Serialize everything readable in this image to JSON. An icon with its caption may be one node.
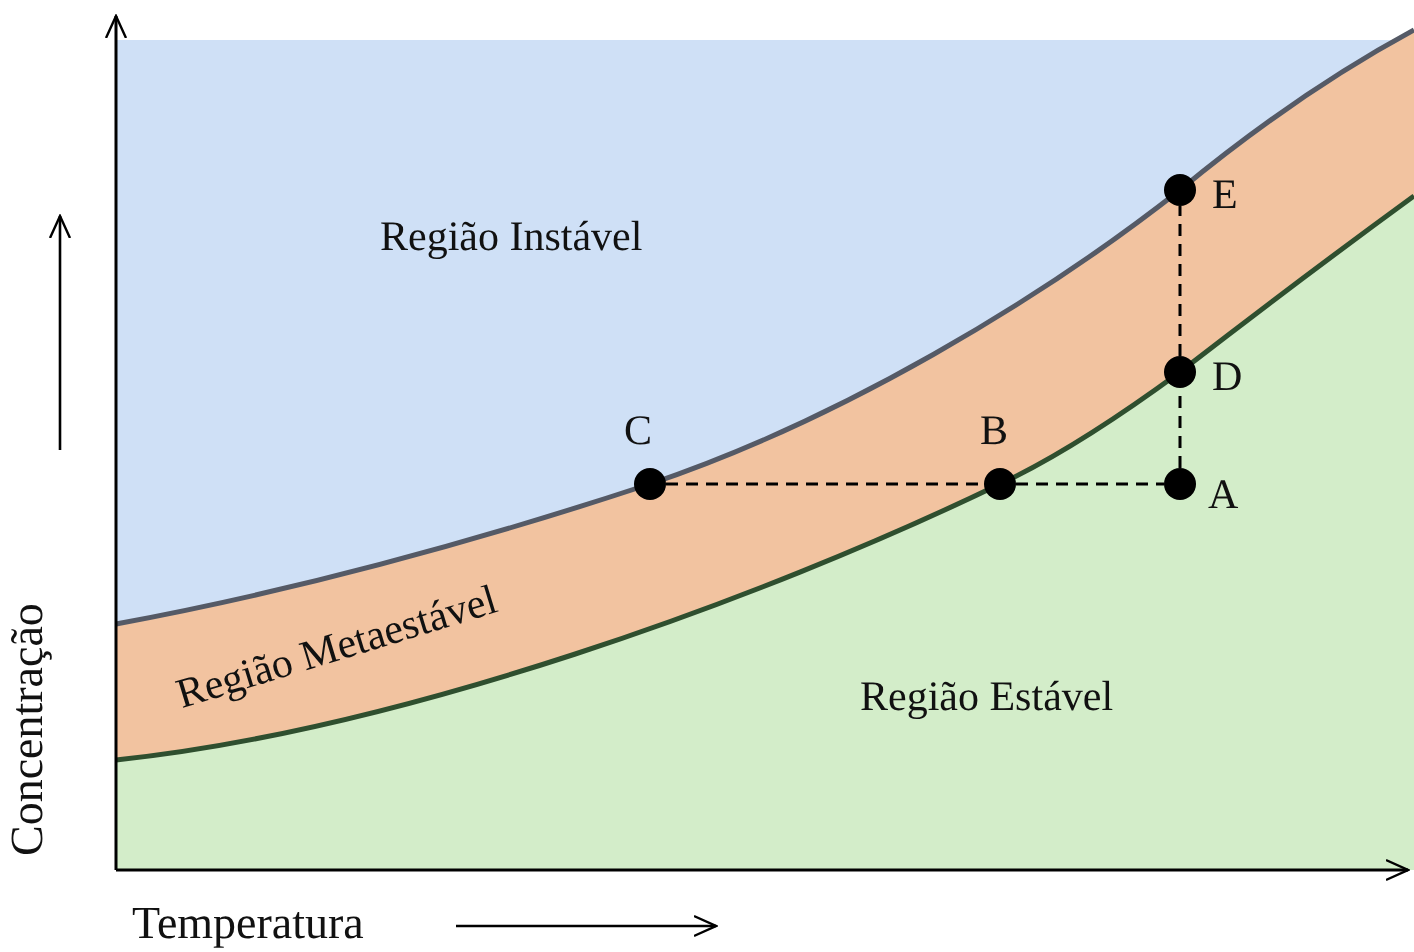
{
  "diagram": {
    "nodes": [
      {
        "text": [],
        "shape": "circle",
        "beside": [
          "E"
        ]
      },
      {
        "text": [],
        "shape": "circle",
        "beside": [
          "D"
        ]
      },
      {
        "text": [],
        "shape": "circle",
        "beside": [
          "C"
        ]
      },
      {
        "text": [],
        "shape": "circle",
        "beside": [
          "B"
        ]
      },
      {
        "text": [],
        "shape": "circle",
        "beside": [
          "A"
        ]
      }
    ],
    "edges": [
      {
        "from": 2,
        "to": 3,
        "arrow": "none",
        "style": "dashed"
      },
      {
        "from": 3,
        "to": 4,
        "arrow": "none",
        "style": "dashed"
      },
      {
        "from": 4,
        "to": 1,
        "arrow": "none",
        "style": "dashed"
      },
      {
        "from": 1,
        "to": 0,
        "arrow": "none",
        "style": "dashed"
      }
    ],
    "labels": [
      "Região Instável",
      "Região Metaestável",
      "Região Estável",
      "Concentração",
      "Temperatura"
    ]
  }
}
